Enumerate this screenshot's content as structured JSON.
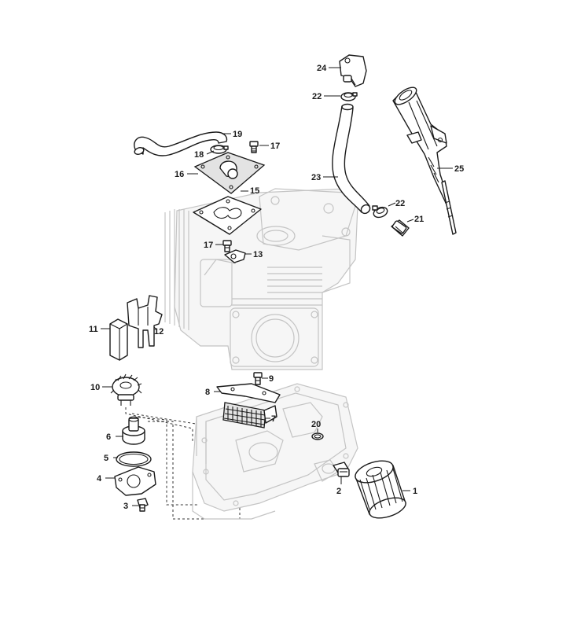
{
  "callouts": {
    "c1": "1",
    "c2": "2",
    "c3": "3",
    "c4": "4",
    "c5": "5",
    "c6": "6",
    "c7": "7",
    "c8": "8",
    "c9": "9",
    "c10": "10",
    "c11": "11",
    "c12": "12",
    "c13": "13",
    "c15": "15",
    "c16": "16",
    "c17a": "17",
    "c17b": "17",
    "c18": "18",
    "c19": "19",
    "c20": "20",
    "c21": "21",
    "c22a": "22",
    "c22b": "22",
    "c23": "23",
    "c24": "24",
    "c25": "25"
  },
  "colors": {
    "line": "#1a1a1a",
    "ghost": "#c4c4c4",
    "grey_part": "#e3e3e3"
  }
}
